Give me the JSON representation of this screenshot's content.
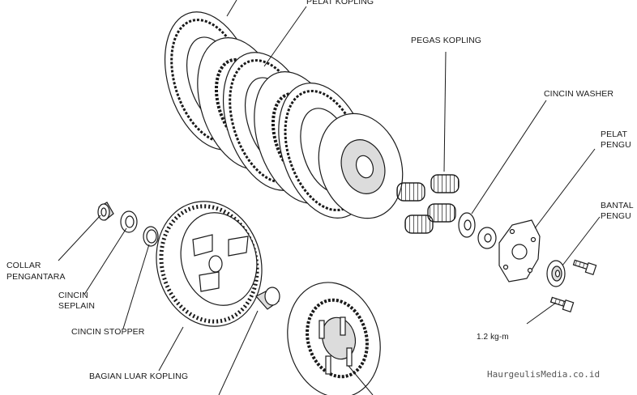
{
  "labels": {
    "pelat_kopling": "PELAT KOPLING",
    "pegas_kopling": "PEGAS KOPLING",
    "cincin_washer": "CINCIN WASHER",
    "pelat_penguat_1": "PELAT",
    "pelat_penguat_2": "PENGU",
    "bantalan_1": "BANTAL",
    "bantalan_2": "PENGU",
    "collar_1": "COLLAR",
    "collar_2": "PENGANTARA",
    "seplain_1": "CINCIN",
    "seplain_2": "SEPLAIN",
    "stopper": "CINCIN STOPPER",
    "bagian_luar": "BAGIAN LUAR KOPLING",
    "torque": "1.2 kg-m"
  },
  "watermark": "HaurgeulisMedia.co.id",
  "colors": {
    "ink": "#1a1a1a",
    "fill": "#ffffff",
    "shade": "#dcdcdc"
  }
}
